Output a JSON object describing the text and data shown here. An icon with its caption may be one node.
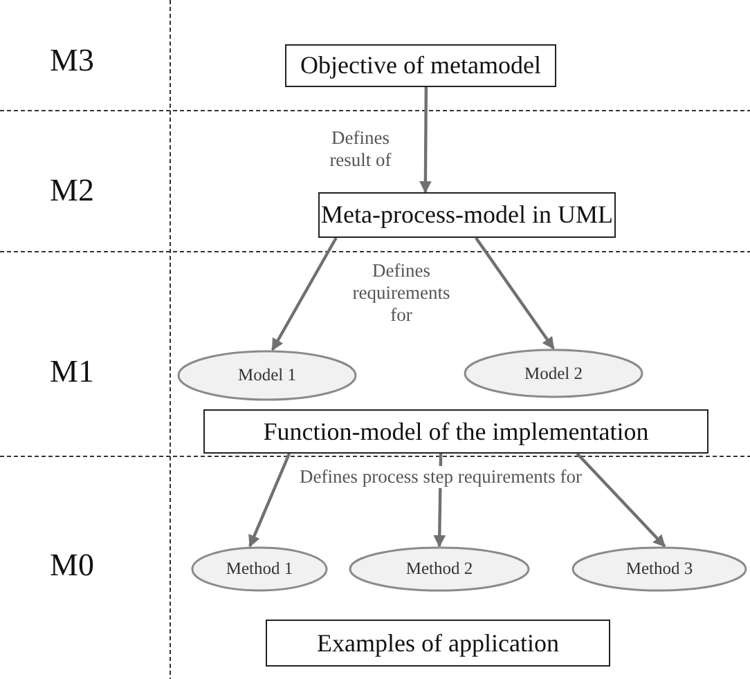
{
  "diagram": {
    "nodes": [
      {
        "text": [
          "Objective of metamodel"
        ]
      },
      {
        "text": [
          "Meta-process-model in UML"
        ]
      },
      {
        "text": [
          "Model 1"
        ]
      },
      {
        "text": [
          "Model 2"
        ]
      },
      {
        "text": [
          "Function-model of the implementation"
        ]
      },
      {
        "text": [
          "Method 1"
        ]
      },
      {
        "text": [
          "Method 2"
        ]
      },
      {
        "text": [
          "Method 3"
        ]
      },
      {
        "text": [
          "Examples of application"
        ]
      }
    ],
    "edges": [
      {
        "from": 0,
        "to": 1,
        "arrow": "to"
      },
      {
        "from": 1,
        "to": 2,
        "arrow": "to"
      },
      {
        "from": 1,
        "to": 3,
        "arrow": "to"
      },
      {
        "from": 4,
        "to": 5,
        "arrow": "to"
      },
      {
        "from": 4,
        "to": 6,
        "arrow": "to",
        "label": "Defines process step requirements for"
      },
      {
        "from": 4,
        "to": 7,
        "arrow": "to"
      }
    ],
    "labels": [
      "M3",
      "Defines result of",
      "M2",
      "Defines requirements for",
      "M1",
      "M0"
    ]
  }
}
